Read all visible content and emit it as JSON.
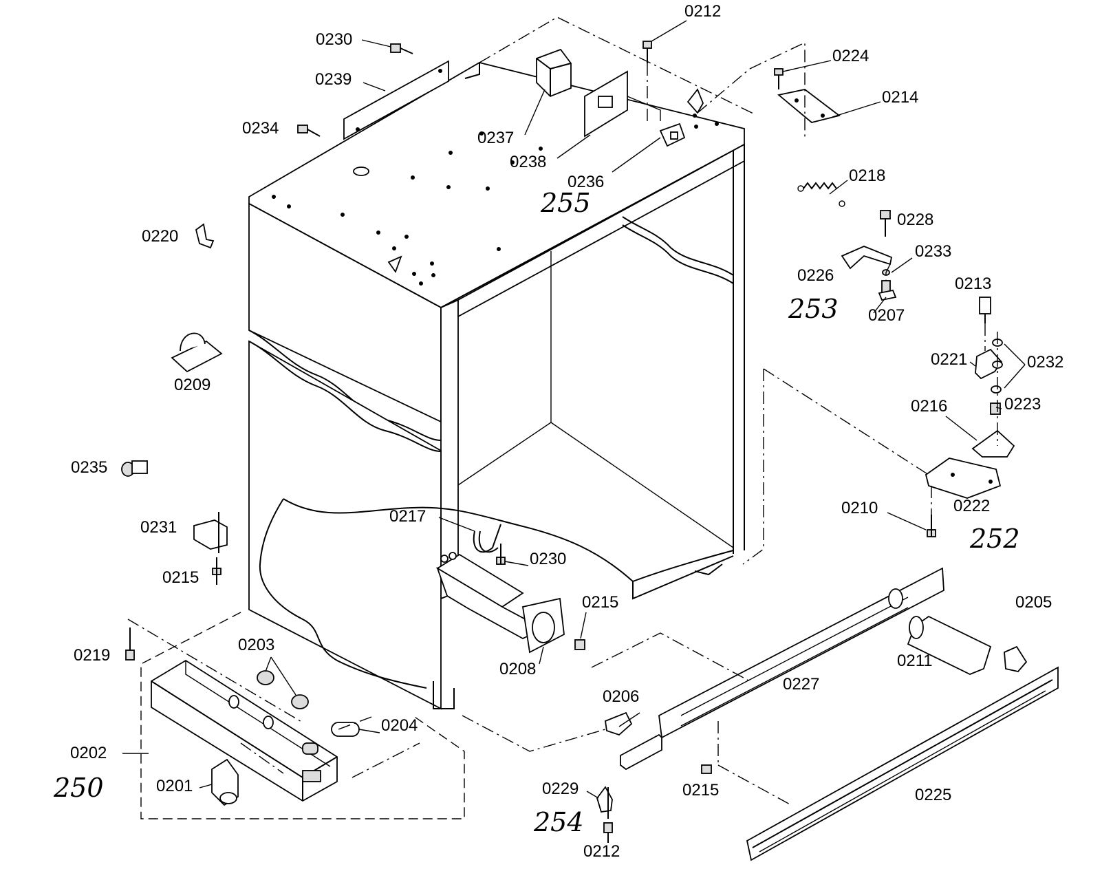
{
  "labels": {
    "l0212a": "0212",
    "l0230a": "0230",
    "l0224": "0224",
    "l0239": "0239",
    "l0214": "0214",
    "l0234": "0234",
    "l0237": "0237",
    "l0238": "0238",
    "l0236": "0236",
    "l0218": "0218",
    "l0220": "0220",
    "l0228": "0228",
    "l0233": "0233",
    "l0226": "0226",
    "l0213": "0213",
    "l0207": "0207",
    "l0221": "0221",
    "l0232": "0232",
    "l0209": "0209",
    "l0216": "0216",
    "l0223": "0223",
    "l0235": "0235",
    "l0222": "0222",
    "l0210": "0210",
    "l0217": "0217",
    "l0231": "0231",
    "l0230b": "0230",
    "l0215a": "0215",
    "l0215b": "0215",
    "l0205": "0205",
    "l0219": "0219",
    "l0203": "0203",
    "l0208": "0208",
    "l0211": "0211",
    "l0227": "0227",
    "l0206": "0206",
    "l0204": "0204",
    "l0202": "0202",
    "l0201": "0201",
    "l0215c": "0215",
    "l0229": "0229",
    "l0225": "0225",
    "l0212b": "0212"
  },
  "handwritten": {
    "h255": "255",
    "h253": "253",
    "h252": "252",
    "h250": "250",
    "h254": "254"
  }
}
